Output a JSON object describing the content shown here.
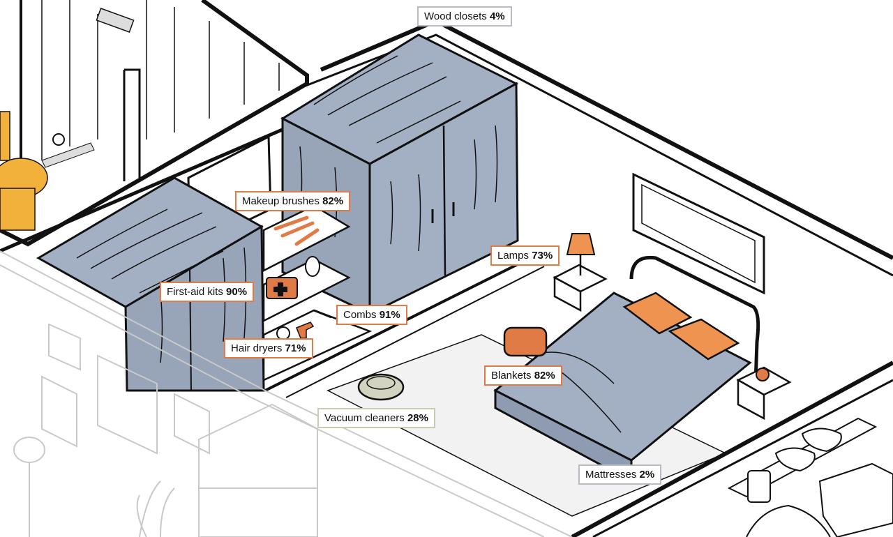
{
  "colors": {
    "orange_accent": "#e07b45",
    "gray_accent": "#b7bcc6",
    "olive_accent": "#c7ccb3",
    "furniture_blue": "#a3afc2",
    "item_orange": "#ef9350",
    "toilet_gold": "#f2b13a",
    "line_black": "#111111",
    "faded_line": "#c9c9c9"
  },
  "labels": {
    "wood_closets": {
      "name": "Wood closets",
      "pct": "4%"
    },
    "makeup_brushes": {
      "name": "Makeup brushes",
      "pct": "82%"
    },
    "lamps": {
      "name": "Lamps",
      "pct": "73%"
    },
    "first_aid_kits": {
      "name": "First-aid kits",
      "pct": "90%"
    },
    "combs": {
      "name": "Combs",
      "pct": "91%"
    },
    "hair_dryers": {
      "name": "Hair dryers",
      "pct": "71%"
    },
    "blankets": {
      "name": "Blankets",
      "pct": "82%"
    },
    "vacuum_cleaners": {
      "name": "Vacuum cleaners",
      "pct": "28%"
    },
    "mattresses": {
      "name": "Mattresses",
      "pct": "2%"
    }
  }
}
